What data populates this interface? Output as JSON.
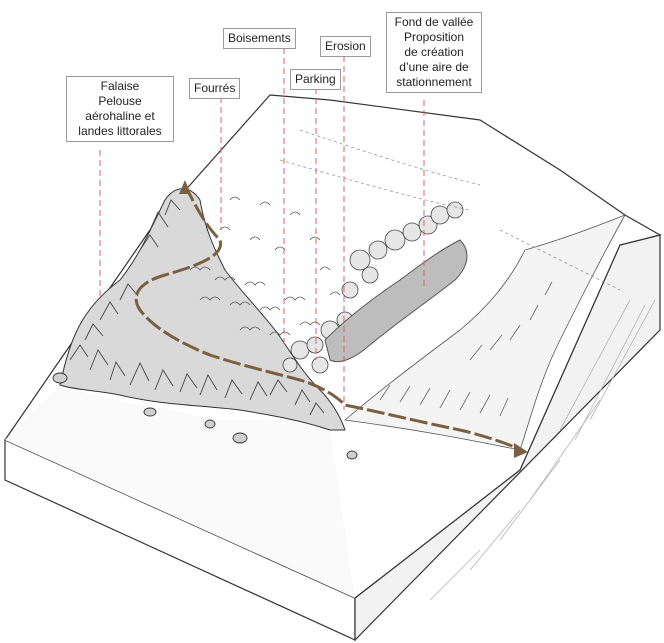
{
  "diagram": {
    "labels": [
      {
        "id": "falaise",
        "lines": [
          "Falaise",
          "Pelouse",
          "aérohaline et",
          "landes littorales"
        ]
      },
      {
        "id": "fourres",
        "lines": [
          "Fourrés"
        ]
      },
      {
        "id": "boisements",
        "lines": [
          "Boisements"
        ]
      },
      {
        "id": "parking",
        "lines": [
          "Parking"
        ]
      },
      {
        "id": "erosion",
        "lines": [
          "Erosion"
        ]
      },
      {
        "id": "fond",
        "lines": [
          "Fond de vallée",
          "Proposition",
          "de création",
          "d’une aire de",
          "stationnement"
        ]
      }
    ],
    "colors": {
      "leader_line": "#e06060",
      "path": "#7a6040",
      "outline": "#333333",
      "shading": "#9a9a9a",
      "label_border": "#9a9a9a"
    }
  }
}
